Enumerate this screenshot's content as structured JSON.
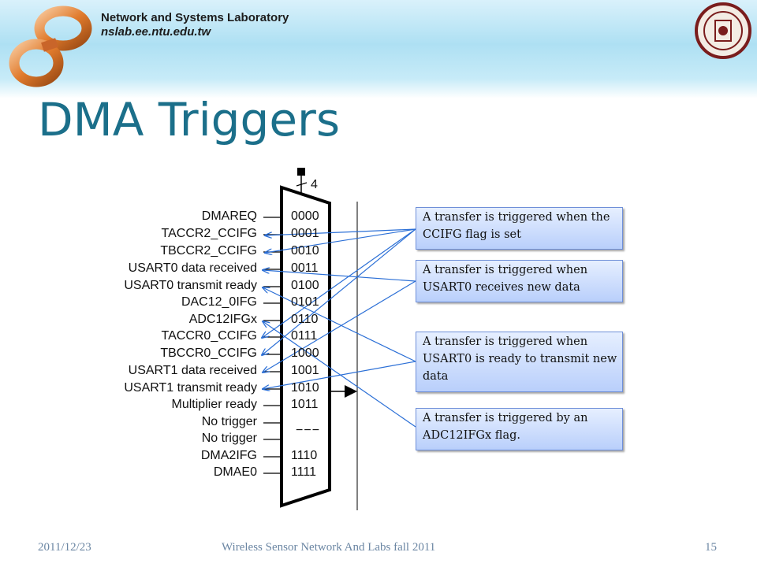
{
  "header": {
    "lab_name": "Network and Systems Laboratory",
    "lab_url": "nslab.ee.ntu.edu.tw"
  },
  "title": "DMA Triggers",
  "mux": {
    "select_width": "4",
    "signals": [
      "DMAREQ",
      "TACCR2_CCIFG",
      "TBCCR2_CCIFG",
      "USART0 data received",
      "USART0 transmit ready",
      "DAC12_0IFG",
      "ADC12IFGx",
      "TACCR0_CCIFG",
      "TBCCR0_CCIFG",
      "USART1 data received",
      "USART1 transmit ready",
      "Multiplier ready",
      "No trigger",
      "No trigger",
      "DMA2IFG",
      "DMAE0"
    ],
    "codes": [
      "0000",
      "0001",
      "0010",
      "0011",
      "0100",
      "0101",
      "0110",
      "0111",
      "1000",
      "1001",
      "1010",
      "1011",
      "−−−",
      "1110",
      "1111"
    ]
  },
  "callouts": [
    "A transfer is triggered when the CCIFG flag is set",
    "A transfer is triggered when USART0 receives new data",
    "A transfer is triggered when USART0 is ready to transmit new data",
    "A transfer is triggered by an ADC12IFGx flag."
  ],
  "footer": {
    "date": "2011/12/23",
    "course": "Wireless Sensor Network And Labs fall 2011",
    "page": "15"
  }
}
